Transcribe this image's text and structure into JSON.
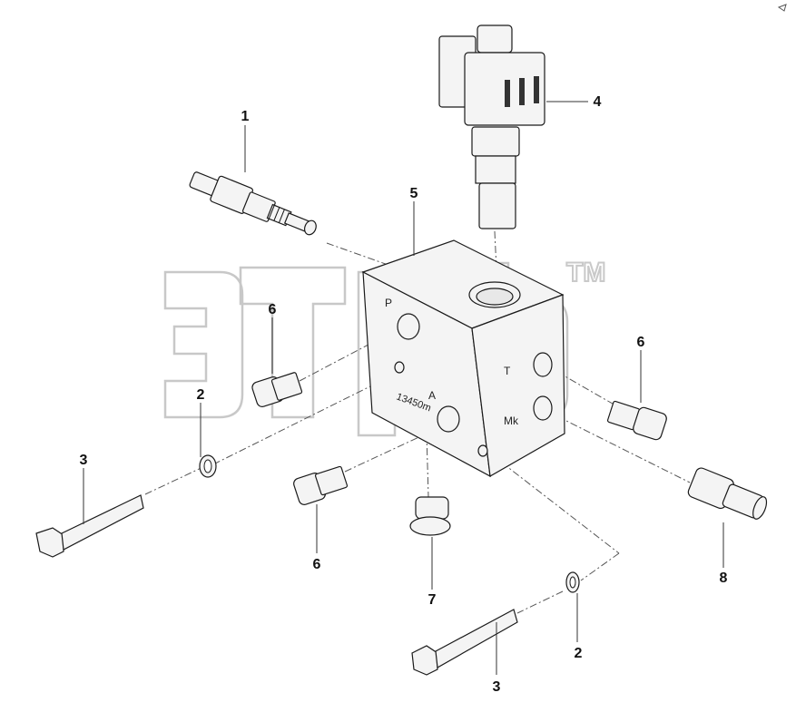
{
  "watermark": {
    "trademark": "TM"
  },
  "block_markings": {
    "port_p": "P",
    "port_t": "T",
    "port_a": "A",
    "port_mk": "Mk",
    "serial": "13450m"
  },
  "callouts": {
    "c1": "1",
    "c2_left": "2",
    "c2_right": "2",
    "c3_left": "3",
    "c3_right": "3",
    "c4": "4",
    "c5": "5",
    "c6_left_top": "6",
    "c6_left_bottom": "6",
    "c6_right": "6",
    "c7": "7",
    "c8": "8"
  }
}
